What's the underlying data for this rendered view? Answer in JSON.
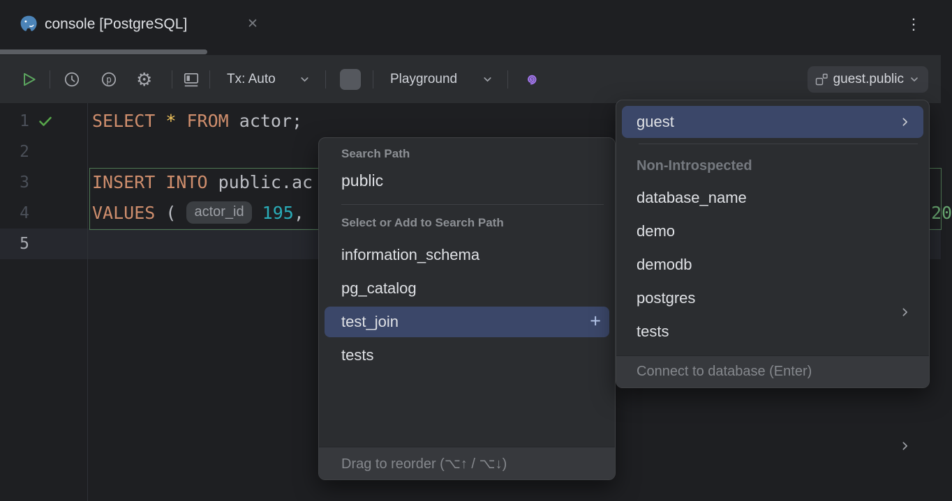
{
  "window": {
    "tab_title": "console [PostgreSQL]",
    "close_glyph": "✕",
    "menu_glyph": "⋮"
  },
  "toolbar": {
    "tx_label": "Tx: Auto",
    "playground_label": "Playground",
    "schema_button_label": "guest.public"
  },
  "editor": {
    "line_numbers": [
      "1",
      "2",
      "3",
      "4",
      "5"
    ],
    "active_line": "5",
    "code": {
      "line1": {
        "kw1": "SELECT",
        "star": "*",
        "kw2": "FROM",
        "rest": " actor;"
      },
      "line3": {
        "kw": "INSERT INTO",
        "rest": " public.ac"
      },
      "line4": {
        "kw": "VALUES",
        "paren": " ( ",
        "hint": "actor_id",
        "number": " 195",
        "comma": ","
      },
      "line4_overflow": "20"
    }
  },
  "search_path_popup": {
    "title": "Search Path",
    "current_path": "public",
    "section_title": "Select or Add to Search Path",
    "items": [
      "information_schema",
      "pg_catalog",
      "test_join",
      "tests"
    ],
    "selected_item": "test_join",
    "add_glyph": "+",
    "footer": "Drag to reorder (⌥↑ / ⌥↓)"
  },
  "schema_dropdown": {
    "selected_database": "guest",
    "section_title": "Non-Introspected",
    "items": [
      {
        "label": "database_name",
        "expandable": false
      },
      {
        "label": "demo",
        "expandable": true
      },
      {
        "label": "demodb",
        "expandable": false
      },
      {
        "label": "postgres",
        "expandable": false
      },
      {
        "label": "tests",
        "expandable": true
      }
    ],
    "footer": "Connect to database (Enter)"
  },
  "colors": {
    "selection_blue": "#3B4769",
    "keyword_orange": "#CF8E6D",
    "number_cyan": "#2AACB8",
    "string_green": "#6AAB73",
    "statement_border_green": "#4F7A54",
    "run_green": "#5CA65F",
    "ai_purple": "#A477F0",
    "toolbar_bg": "#2B2D30",
    "editor_bg": "#1E1F22"
  }
}
